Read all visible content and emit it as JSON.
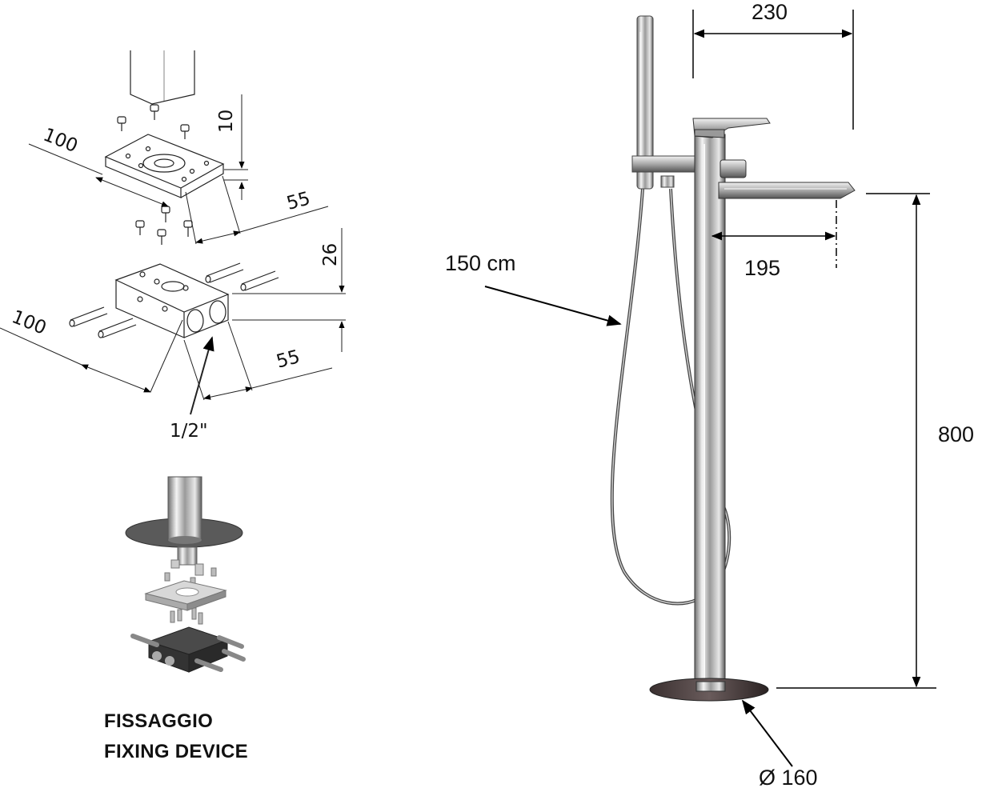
{
  "dimensions": {
    "plate_width": "100",
    "plate_thickness": "10",
    "plate_depth": "55",
    "block_height": "26",
    "block_width": "100",
    "block_depth": "55",
    "thread": "1/2\"",
    "hose_length": "150 cm",
    "total_reach": "230",
    "spout_reach": "195",
    "height": "800",
    "base_diameter": "Ø 160"
  },
  "caption": {
    "italian": "FISSAGGIO",
    "english": "FIXING DEVICE"
  }
}
